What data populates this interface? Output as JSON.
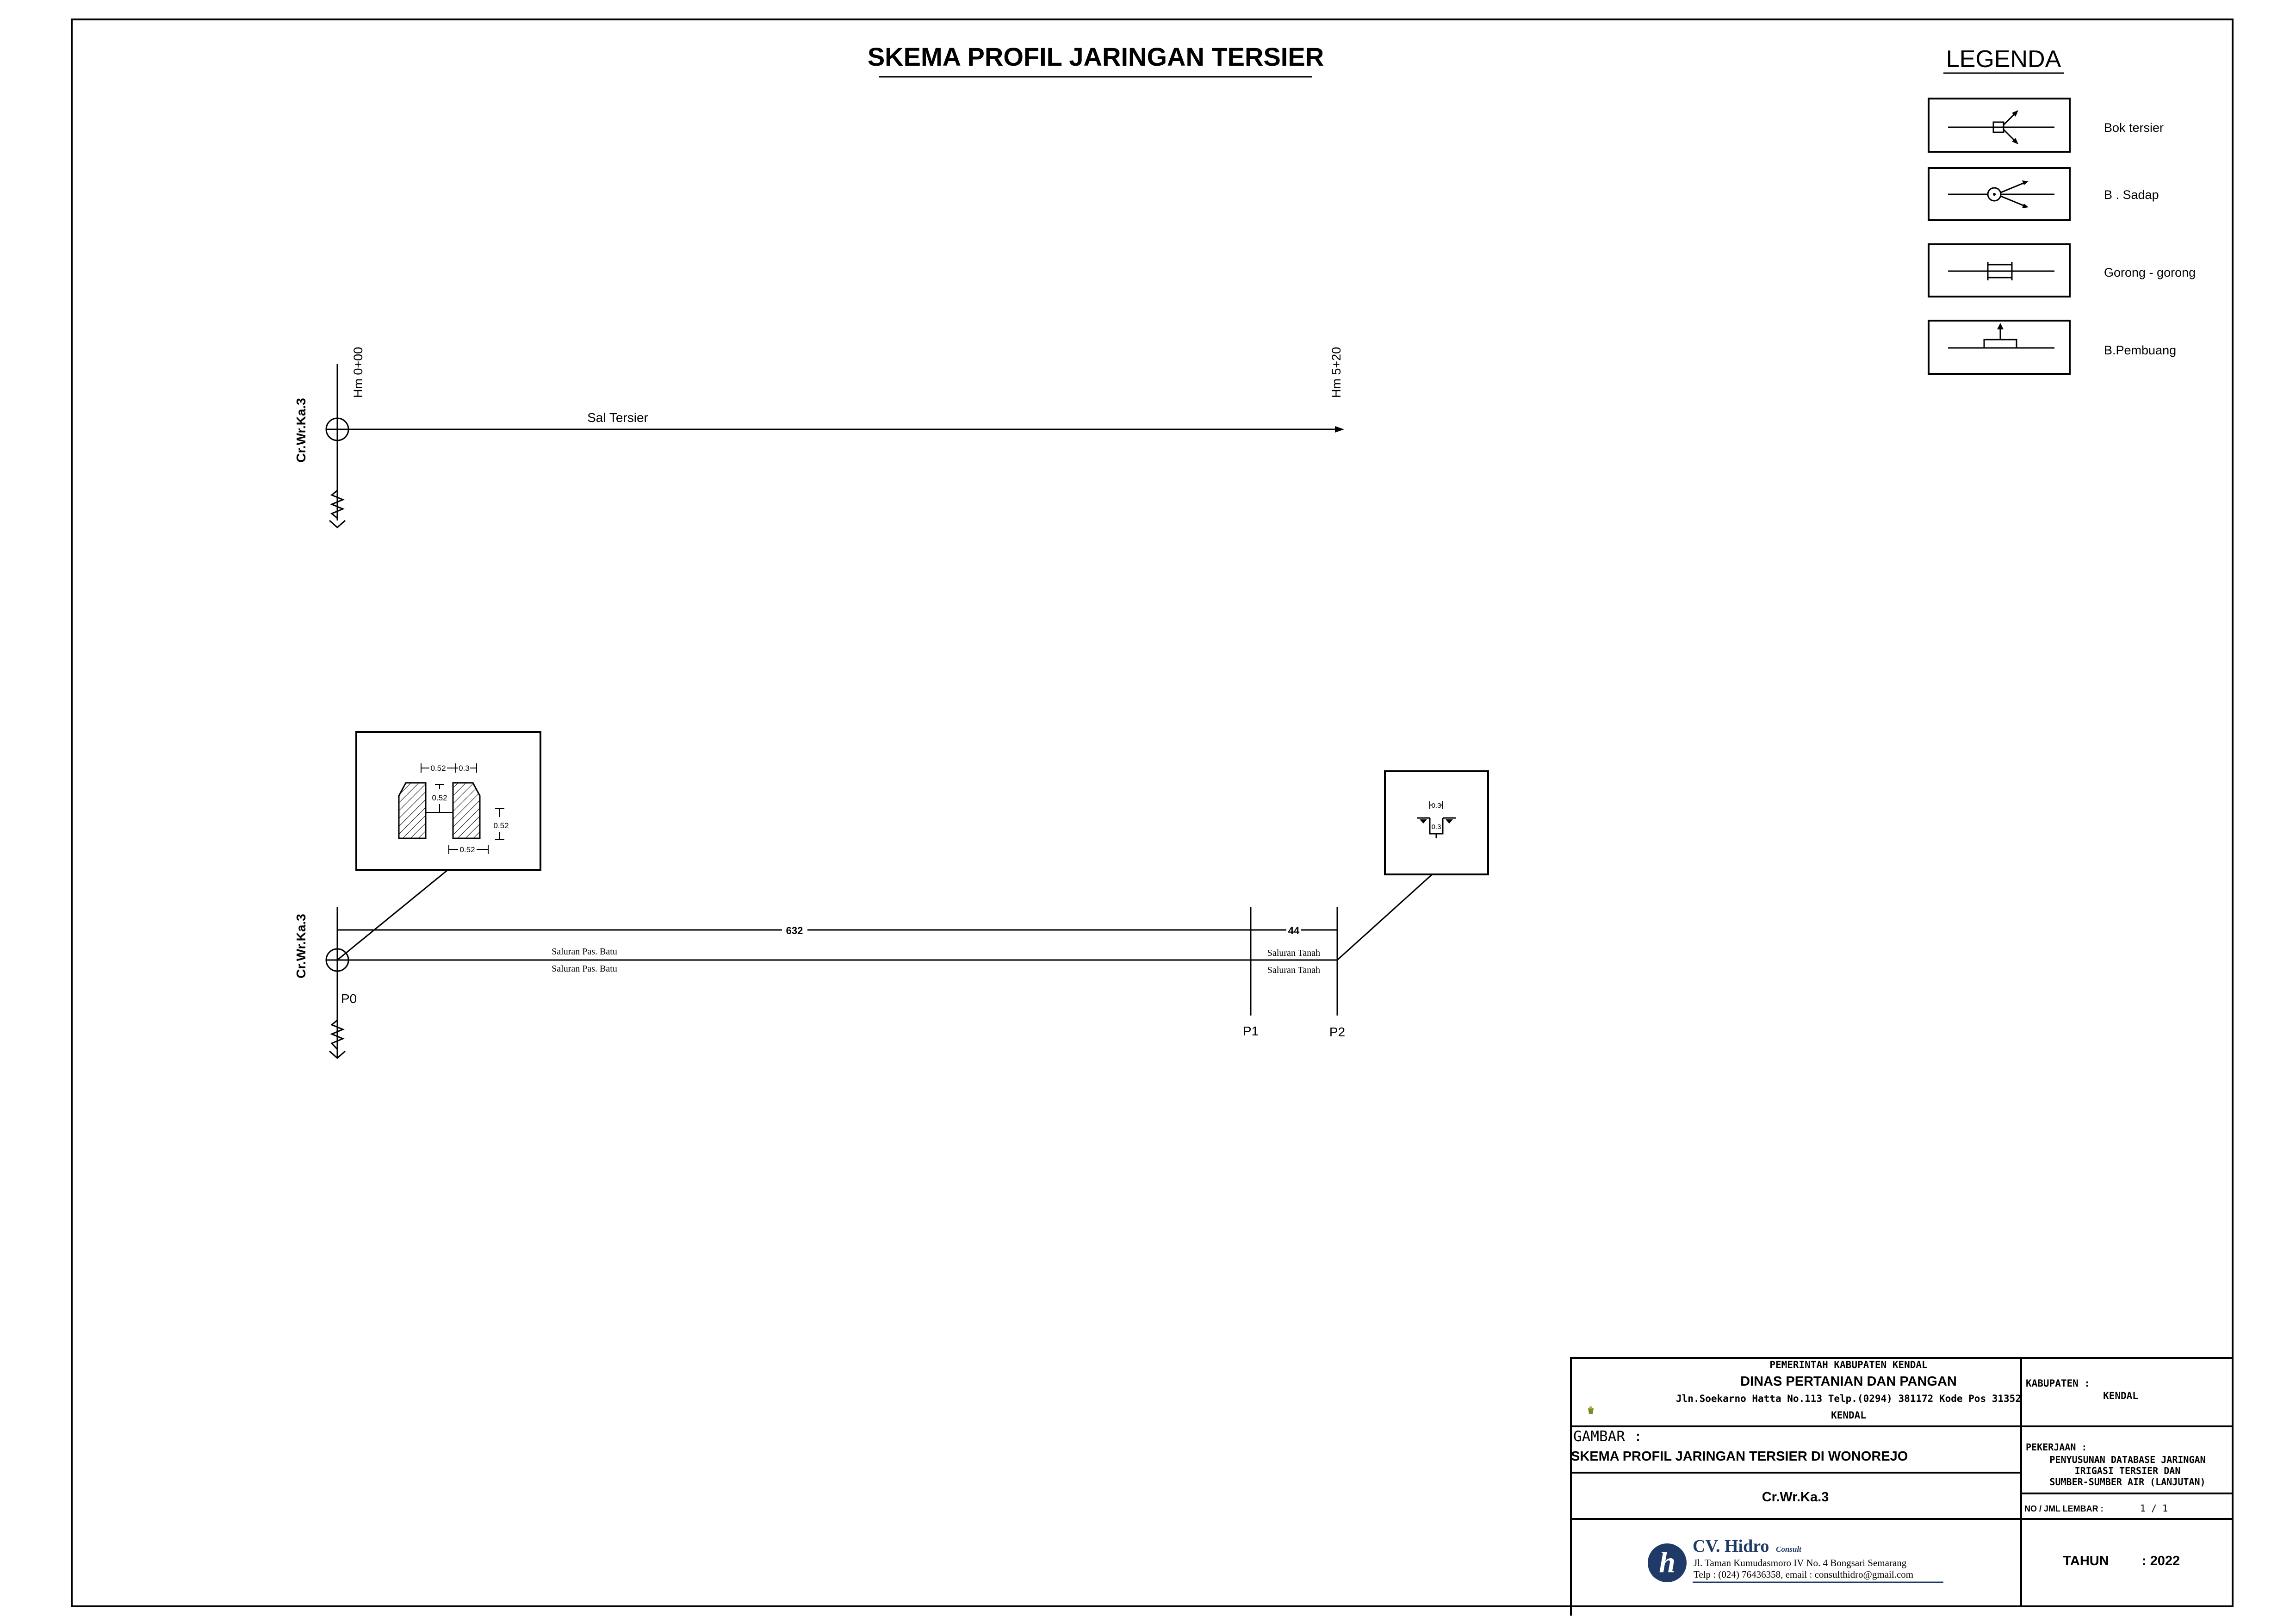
{
  "title": "SKEMA PROFIL JARINGAN TERSIER",
  "legend": {
    "title": "LEGENDA",
    "items": [
      {
        "label": "Bok tersier",
        "icon": "bok-tersier-icon"
      },
      {
        "label": "B . Sadap",
        "icon": "bangunan-sadap-icon"
      },
      {
        "label": "Gorong - gorong",
        "icon": "gorong-gorong-icon"
      },
      {
        "label": "B.Pembuang",
        "icon": "bangunan-pembuang-icon"
      }
    ]
  },
  "schema": {
    "node_label": "Cr.Wr.Ka.3",
    "start_station": "Hm 0+00",
    "end_station": "Hm 5+20",
    "channel_label": "Sal Tersier"
  },
  "profile": {
    "node_label": "Cr.Wr.Ka.3",
    "points": [
      "P0",
      "P1",
      "P2"
    ],
    "segments": [
      {
        "length": "632",
        "label_upper": "Saluran Pas. Batu",
        "label_lower": "Saluran Pas. Batu"
      },
      {
        "length": "44",
        "label_upper": "Saluran Tanah",
        "label_lower": "Saluran Tanah"
      }
    ],
    "section_masonry": {
      "top_left": "0.52",
      "top_right": "0.3",
      "inner_depth": "0.52",
      "outer_height": "0.52",
      "bottom_width": "0.52"
    },
    "section_earth": {
      "top_width": "0.3",
      "depth": "0.3"
    }
  },
  "title_block": {
    "agency_line1": "PEMERINTAH KABUPATEN KENDAL",
    "agency_line2": "DINAS PERTANIAN DAN PANGAN",
    "agency_address": "Jln.Soekarno Hatta No.113 Telp.(0294) 381172 Kode Pos 31352",
    "agency_city": "KENDAL",
    "kabupaten_label": "KABUPATEN :",
    "kabupaten_value": "KENDAL",
    "gambar_label": "GAMBAR :",
    "gambar_value": "SKEMA PROFIL JARINGAN TERSIER DI WONOREJO",
    "pekerjaan_label": "PEKERJAAN :",
    "pekerjaan_line1": "PENYUSUNAN DATABASE JARINGAN",
    "pekerjaan_line2": "IRIGASI TERSIER DAN",
    "pekerjaan_line3": "SUMBER-SUMBER AIR (LANJUTAN)",
    "node_name": "Cr.Wr.Ka.3",
    "sheet_label": "NO / JML LEMBAR :",
    "sheet_value": "1 / 1",
    "consultant_name": "CV. Hidro",
    "consultant_suffix": "Consult",
    "consultant_address": "Jl. Taman Kumudasmoro IV No. 4 Bongsari Semarang",
    "consultant_contact": "Telp : (024) 76436358, email : consulthidro@gmail.com",
    "tahun_label": "TAHUN",
    "tahun_value": ": 2022"
  }
}
